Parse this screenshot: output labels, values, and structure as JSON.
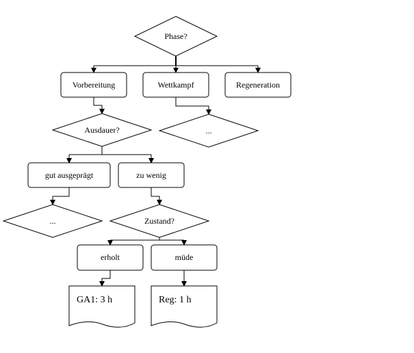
{
  "diagram": {
    "decisions": {
      "phase": "Phase?",
      "ausdauer": "Ausdauer?",
      "zustand": "Zustand?",
      "wettkampf_next": "...",
      "gut_next": "..."
    },
    "processes": {
      "vorbereitung": "Vorbereitung",
      "wettkampf": "Wettkampf",
      "regeneration": "Regeneration",
      "gut_ausgepraegt": "gut ausgeprägt",
      "zu_wenig": "zu wenig",
      "erholt": "erholt",
      "muede": "müde"
    },
    "documents": {
      "ga1": "GA1: 3 h",
      "reg": "Reg: 1 h"
    },
    "colors": {
      "stroke": "#000000",
      "fill": "#ffffff"
    }
  }
}
